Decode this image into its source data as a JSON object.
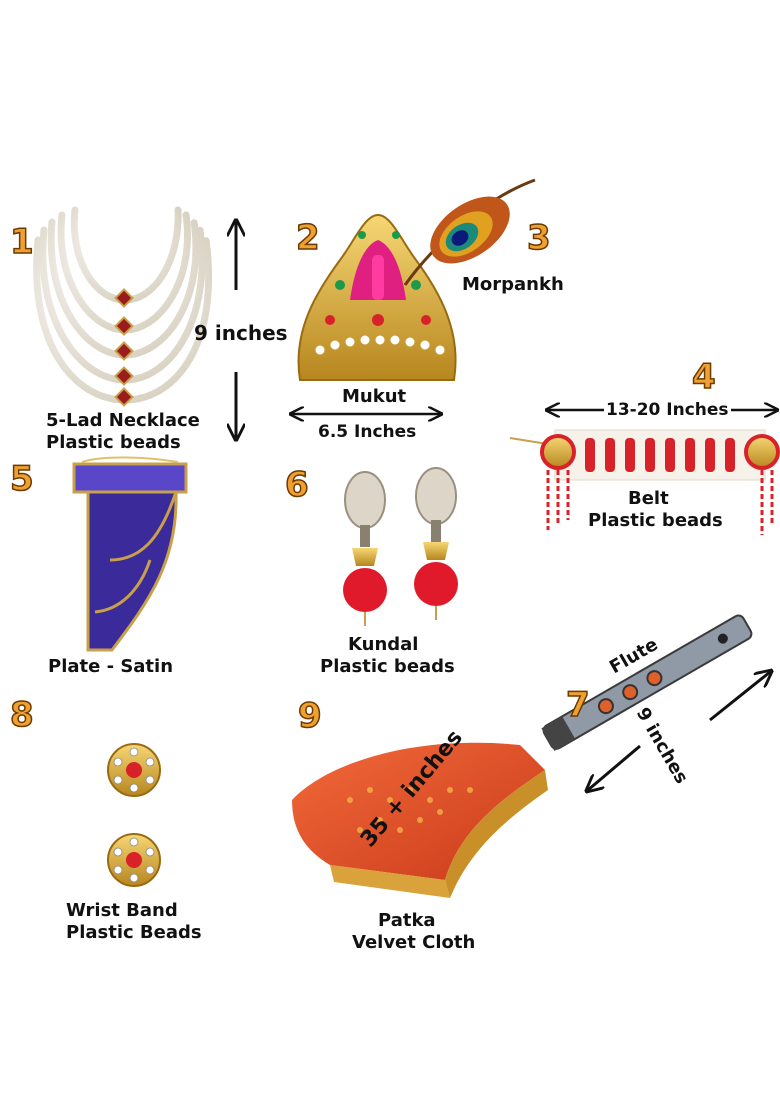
{
  "numbers": [
    "1",
    "2",
    "3",
    "4",
    "5",
    "6",
    "7",
    "8",
    "9"
  ],
  "labels": {
    "necklace_1": "5-Lad Necklace",
    "necklace_2": "Plastic beads",
    "mukut": "Mukut",
    "morpankh": "Morpankh",
    "belt_1": "Belt",
    "belt_2": "Plastic beads",
    "plate": "Plate - Satin",
    "kundal_1": "Kundal",
    "kundal_2": "Plastic beads",
    "flute": "Flute",
    "wrist_1": "Wrist Band",
    "wrist_2": "Plastic Beads",
    "patka_1": "Patka",
    "patka_2": "Velvet Cloth"
  },
  "dimensions": {
    "necklace": "9 inches",
    "mukut": "6.5 Inches",
    "belt": "13-20 Inches",
    "flute": "9 inches",
    "patka": "35 + inches"
  },
  "colors": {
    "number_fill": "#f0a030",
    "pearl": "#f4f0e6",
    "gold": "#d4a430",
    "red": "#d8222a",
    "purple": "#3a2a9a",
    "orange_cloth": "#e8532a"
  }
}
